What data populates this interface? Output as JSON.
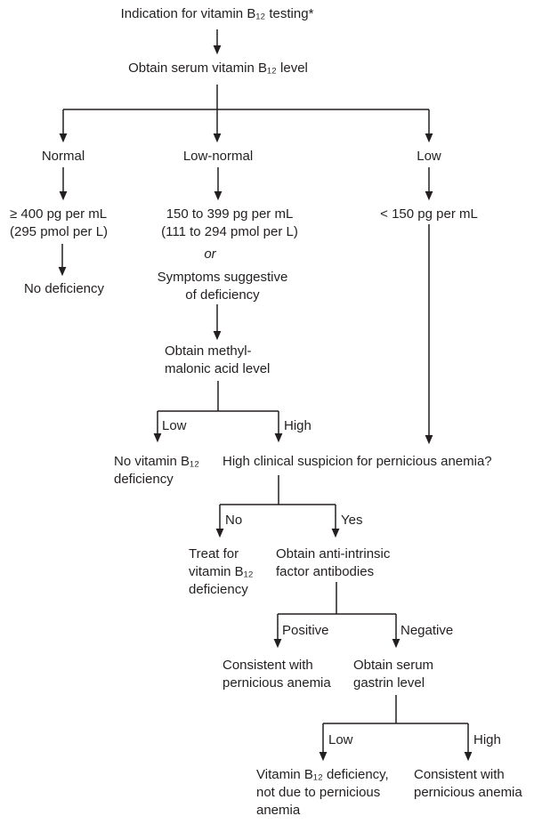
{
  "colors": {
    "text": "#231f20",
    "line": "#231f20",
    "background": "#ffffff"
  },
  "nodes": {
    "indication": "Indication for vitamin B₁₂ testing*",
    "obtain_serum_b12": "Obtain serum vitamin B₁₂ level",
    "normal_value": "≥ 400 pg per mL\n(295 pmol per L)",
    "no_deficiency": "No deficiency",
    "low_normal_value": "150 to 399 pg per mL\n(111 to 294 pmol per L)",
    "or_connector": "or",
    "symptoms": "Symptoms suggestive\nof deficiency",
    "obtain_mma": "Obtain methyl-\nmalonic acid level",
    "no_b12_deficiency": "No vitamin B₁₂\ndeficiency",
    "low_value": "< 150 pg per mL",
    "pa_question": "High clinical suspicion for pernicious anemia?",
    "treat_b12": "Treat for\nvitamin B₁₂\ndeficiency",
    "obtain_if_antibodies": "Obtain anti-intrinsic\nfactor antibodies",
    "consistent_pa_positive": "Consistent with\npernicious anemia",
    "obtain_gastrin": "Obtain serum\ngastrin level",
    "b12_not_pa": "Vitamin B₁₂ deficiency,\nnot due to pernicious\nanemia",
    "consistent_pa_high": "Consistent with\npernicious anemia"
  },
  "edge_labels": {
    "normal": "Normal",
    "low_normal": "Low-normal",
    "low": "Low",
    "mma_low": "Low",
    "mma_high": "High",
    "no": "No",
    "yes": "Yes",
    "positive": "Positive",
    "negative": "Negative",
    "gastrin_low": "Low",
    "gastrin_high": "High"
  }
}
